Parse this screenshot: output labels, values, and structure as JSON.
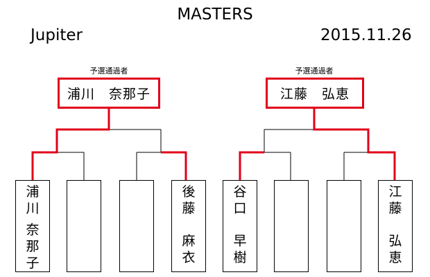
{
  "header": {
    "title": "MASTERS",
    "venue": "Jupiter",
    "date": "2015.11.26"
  },
  "colors": {
    "winner_path": "#e0001a",
    "bracket_line": "#000000"
  },
  "brackets": [
    {
      "qualifier_label": "予選通過者",
      "winner": "浦川　奈那子",
      "players": [
        {
          "family": "浦川",
          "given": "奈那子",
          "winner_path": true
        },
        {
          "family": "",
          "given": "",
          "winner_path": false
        },
        {
          "family": "",
          "given": "",
          "winner_path": false
        },
        {
          "family": "後藤",
          "given": "麻衣",
          "winner_path": true
        }
      ],
      "first_round_winner_side": "left"
    },
    {
      "qualifier_label": "予選通過者",
      "winner": "江藤　弘恵",
      "players": [
        {
          "family": "谷口",
          "given": "早樹",
          "winner_path": true
        },
        {
          "family": "",
          "given": "",
          "winner_path": false
        },
        {
          "family": "",
          "given": "",
          "winner_path": false
        },
        {
          "family": "江藤",
          "given": "弘恵",
          "winner_path": true
        }
      ],
      "first_round_winner_side": "right"
    }
  ]
}
